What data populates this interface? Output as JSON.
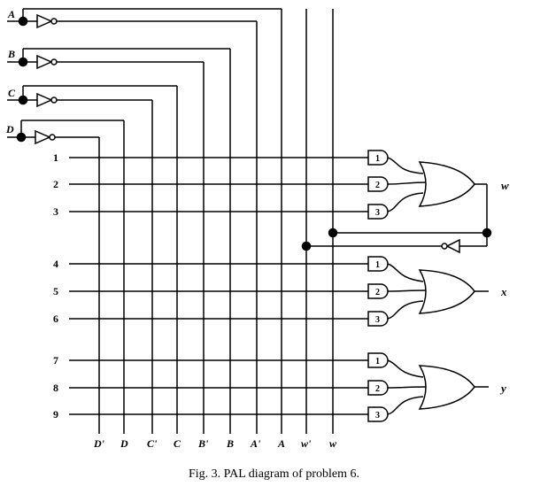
{
  "inputs": [
    "A",
    "B",
    "C",
    "D"
  ],
  "column_labels": [
    "D'",
    "D",
    "C'",
    "C",
    "B'",
    "B",
    "A'",
    "A",
    "w'",
    "w"
  ],
  "product_terms": [
    "1",
    "2",
    "3",
    "4",
    "5",
    "6",
    "7",
    "8",
    "9"
  ],
  "gate_inputs": [
    "1",
    "2",
    "3"
  ],
  "outputs": [
    "w",
    "x",
    "y"
  ],
  "caption": "Fig. 3. PAL diagram of problem 6."
}
